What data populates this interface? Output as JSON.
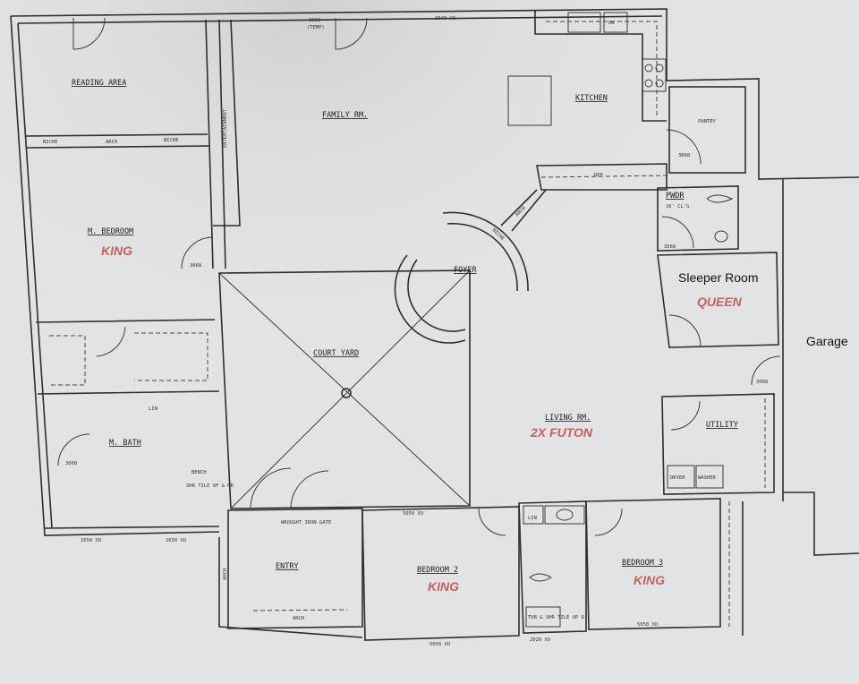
{
  "rooms": {
    "reading_area": "READING AREA",
    "family_rm": "FAMILY RM.",
    "entertainment": "ENTERTAINMENT",
    "m_bedroom": "M. BEDROOM",
    "kitchen": "KITCHEN",
    "pantry": "PANTRY",
    "ref": "REF",
    "foyer": "FOYER",
    "pwdr": "PWDR",
    "pwdr_ceiling": "16' CL'G",
    "court_yard": "COURT YARD",
    "living_rm": "LIVING RM.",
    "utility": "UTILITY",
    "dryer": "DRYER",
    "washer": "WASHER",
    "m_bath": "M. BATH",
    "lin": "LIN",
    "bench": "BENCH",
    "shower_tile": "SHR TILE 8F & MR",
    "wrought_iron_gate": "WROUGHT IRON GATE",
    "entry": "ENTRY",
    "bedroom_2": "BEDROOM 2",
    "bedroom_3": "BEDROOM 3",
    "tub_shower": "TUB & SHR TILE UP 6'",
    "niche": "NICHE",
    "arch": "ARCH",
    "dw": "DW"
  },
  "annotations": {
    "m_bedroom_bed": "KING",
    "sleeper_room": "Sleeper Room",
    "sleeper_room_bed": "QUEEN",
    "living_rm_bed": "2X FUTON",
    "bedroom_2_bed": "KING",
    "bedroom_3_bed": "KING",
    "garage": "Garage"
  },
  "openings": {
    "door": "3068",
    "window_top": "3040 XO",
    "window_bath_1": "1650 XO",
    "window_bath_2": "1650 XO",
    "window_court": "5050 XO",
    "window_bed2": "5050 XO",
    "window_hall_bath": "2020 XO",
    "window_bed3": "5050 XO",
    "temp": "(TEMP)"
  },
  "colors": {
    "annotation": "#c8605e",
    "line": "#2e2e2e",
    "paper": "#e2e3e4"
  }
}
